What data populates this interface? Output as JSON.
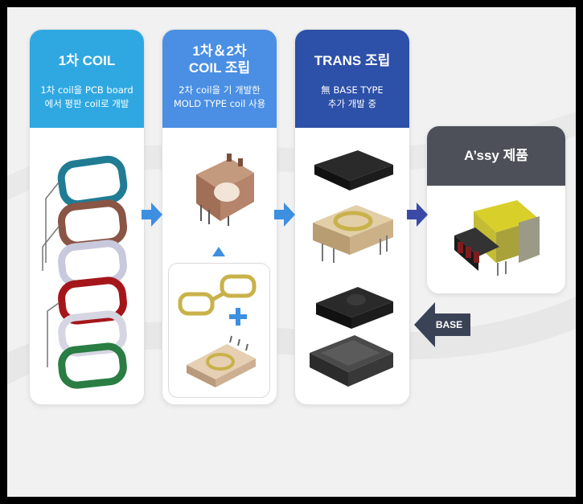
{
  "steps": [
    {
      "title": "1차 COIL",
      "desc_lines": [
        "1차 coil을 PCB board",
        "에서 평판 coil로 개발"
      ]
    },
    {
      "title_lines": [
        "1차＆2차",
        "COIL 조립"
      ],
      "desc_lines": [
        "2차 coil을  기 개발한",
        "MOLD TYPE coil 사용"
      ]
    },
    {
      "title": "TRANS 조립",
      "desc_lines": [
        "無 BASE TYPE",
        "추가 개발 중"
      ]
    },
    {
      "title": "A’ssy 제품"
    }
  ],
  "base_label": "BASE",
  "colors": {
    "step1": "#2fa8e2",
    "step2": "#4a8fe3",
    "step3": "#2d50a8",
    "step4": "#4d5058",
    "arrow_light": "#3d8fe0",
    "arrow_dark": "#3a4aa6",
    "base_arrow": "#3a4256"
  },
  "icons": [
    "flow-arrow-icon",
    "up-triangle-icon",
    "plus-icon",
    "left-arrow-icon"
  ]
}
